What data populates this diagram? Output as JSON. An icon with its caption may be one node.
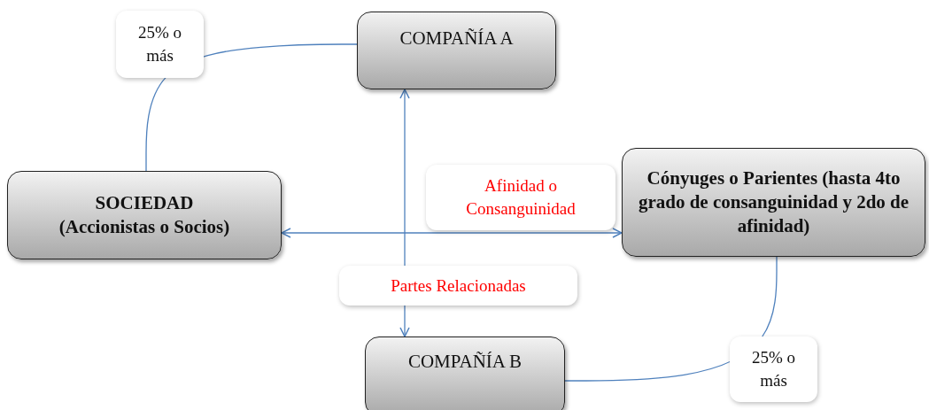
{
  "diagram": {
    "nodes": [
      {
        "text": [
          "COMPAÑÍA A"
        ]
      },
      {
        "text": [
          "SOCIEDAD",
          "(Accionistas o Socios)"
        ]
      },
      {
        "text": [
          "Cónyuges o Parientes (hasta 4to grado de consanguinidad y 2do de afinidad)"
        ]
      },
      {
        "text": [
          "COMPAÑÍA B"
        ]
      }
    ],
    "edges": [
      {
        "from": 1,
        "to": 0,
        "arrow": "none",
        "label": "25% o más"
      },
      {
        "from": 0,
        "to": 3,
        "arrow": "both",
        "label": "Partes Relacionadas"
      },
      {
        "from": 1,
        "to": 2,
        "arrow": "both",
        "label": "Afinidad o Consanguinidad"
      },
      {
        "from": 2,
        "to": 3,
        "arrow": "none",
        "label": "25% o más"
      }
    ]
  }
}
